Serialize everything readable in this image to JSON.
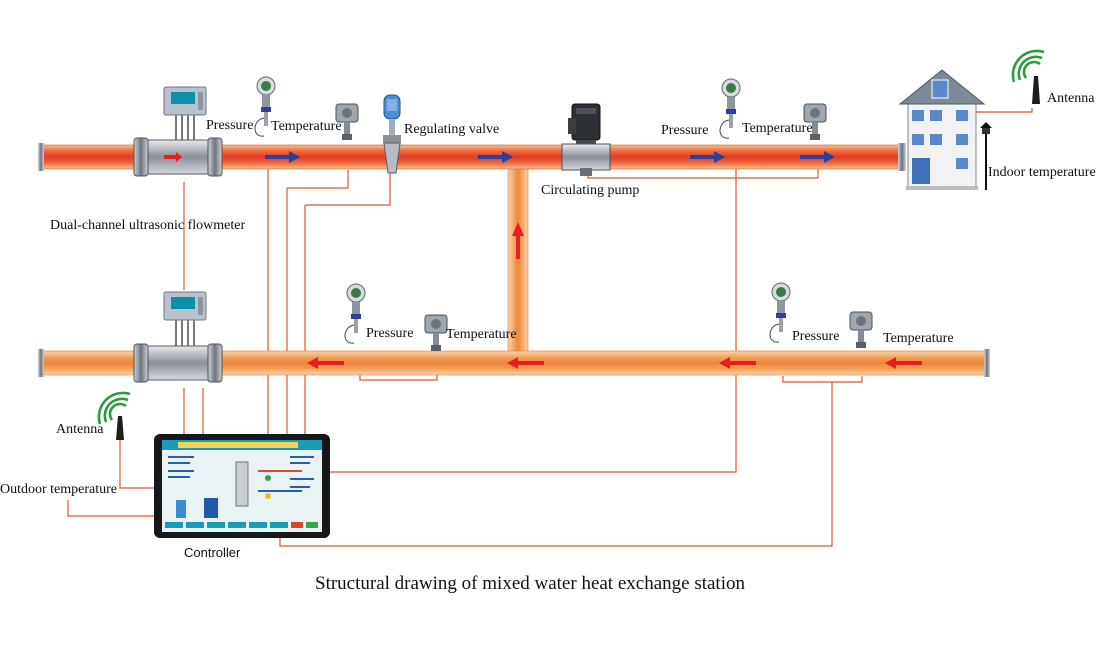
{
  "diagram": {
    "caption": "Structural drawing of mixed water heat exchange station",
    "labels": {
      "pressure_supply_1": "Pressure",
      "temperature_supply_1": "Temperature",
      "regulating_valve": "Regulating valve",
      "pressure_supply_2": "Pressure",
      "temperature_supply_2": "Temperature",
      "antenna_building": "Antenna",
      "indoor_temperature": "Indoor temperature",
      "circulating_pump": "Circulating pump",
      "flowmeter": "Dual-channel ultrasonic flowmeter",
      "pressure_return_1": "Pressure",
      "temperature_return_1": "Temperature",
      "pressure_return_2": "Pressure",
      "temperature_return_2": "Temperature",
      "antenna_controller": "Antenna",
      "outdoor_temperature": "Outdoor temperature",
      "controller": "Controller"
    },
    "colors": {
      "pipe_core": "#e8432a",
      "pipe_edge": "#f6b27a",
      "return_pipe_core": "#f08a3e",
      "signal_line": "#e4552d",
      "supply_arrow": "#2b3f9e",
      "return_arrow": "#e51f1f",
      "antenna_green": "#2e9a3a"
    },
    "icons": [
      "flowmeter-icon",
      "pressure-transmitter-icon",
      "temperature-sensor-icon",
      "regulating-valve-icon",
      "circulating-pump-icon",
      "house-icon",
      "antenna-icon",
      "lamp-sensor-icon",
      "controller-screen-icon"
    ]
  }
}
